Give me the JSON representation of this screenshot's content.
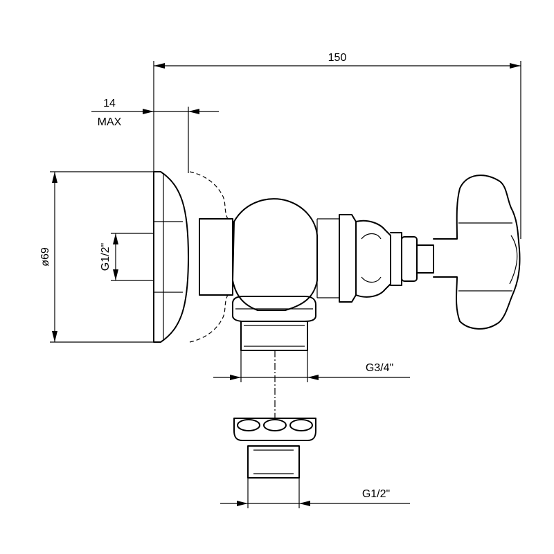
{
  "dimensions": {
    "overall_length": "150",
    "flange_depth_value": "14",
    "flange_depth_qualifier": "MAX",
    "diameter": "ø69",
    "inlet_thread": "G1/2\"",
    "outlet_thread": "G3/4\"",
    "adapter_thread": "G1/2\""
  }
}
